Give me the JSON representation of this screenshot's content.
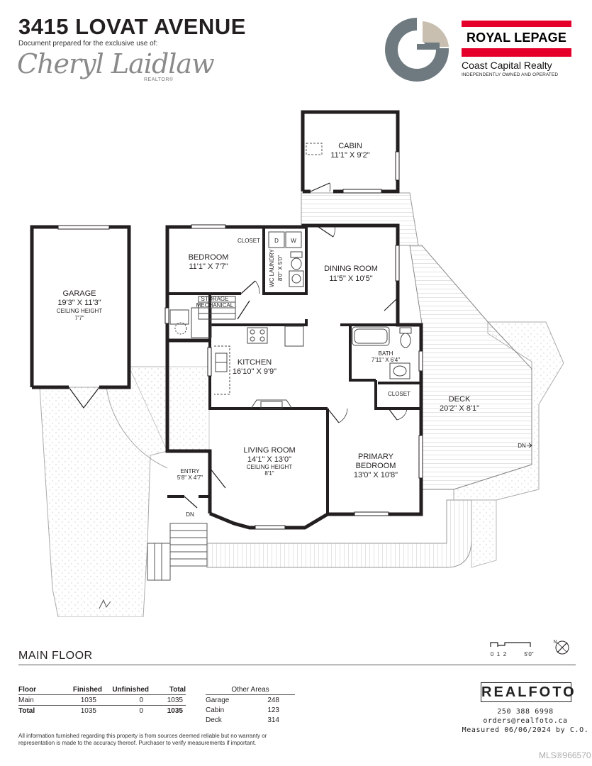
{
  "header": {
    "address": "3415 LOVAT AVENUE",
    "prepared_for": "Document prepared for the exclusive use of:",
    "agent_signature": "Cheryl Laidlaw",
    "agent_title": "REALTOR®"
  },
  "brokerage": {
    "name": "ROYAL LEPAGE",
    "office": "Coast Capital Realty",
    "tagline": "INDEPENDENTLY OWNED AND OPERATED",
    "colors": {
      "logo_grey": "#6f7a80",
      "logo_tan": "#c8bfb0",
      "brand_red": "#e4002b"
    }
  },
  "rooms": {
    "cabin": {
      "name": "CABIN",
      "dims": "11'1\" X 9'2\""
    },
    "garage": {
      "name": "GARAGE",
      "dims": "19'3\" X 11'3\"",
      "ceiling_label": "CEILING HEIGHT",
      "ceiling": "7'7\""
    },
    "bedroom": {
      "name": "BEDROOM",
      "dims": "11'1\" X 7'7\""
    },
    "closet1": {
      "name": "CLOSET"
    },
    "laundry": {
      "name": "WC LAUNDRY",
      "dims": "8'0\" X 5'0\"",
      "washer": "D",
      "dryer": "W"
    },
    "dining": {
      "name": "DINING ROOM",
      "dims": "11'5\" X 10'5\""
    },
    "storage": {
      "name": "STORAGE",
      "name2": "MECHANICAL"
    },
    "kitchen": {
      "name": "KITCHEN",
      "dims": "16'10\" X 9'9\""
    },
    "bath": {
      "name": "BATH",
      "dims": "7'11\" X 6'4\""
    },
    "closet2": {
      "name": "CLOSET"
    },
    "deck": {
      "name": "DECK",
      "dims": "20'2\" X 8'1\""
    },
    "living": {
      "name": "LIVING ROOM",
      "dims": "14'1\" X 13'0\"",
      "ceiling_label": "CEILING HEIGHT",
      "ceiling": "8'1\""
    },
    "primary": {
      "name": "PRIMARY",
      "name2": "BEDROOM",
      "dims": "13'0\" X 10'8\""
    },
    "entry": {
      "name": "ENTRY",
      "dims": "5'8\" X 4'7\""
    }
  },
  "stairs": {
    "down_label_1": "DN",
    "down_label_2": "DN"
  },
  "scale": {
    "t0": "0",
    "t1": "1",
    "t2": "2",
    "t5": "5'0\"",
    "north": "N"
  },
  "floor_label": "MAIN FLOOR",
  "stats": {
    "headers": [
      "Floor",
      "Finished",
      "Unfinished",
      "Total"
    ],
    "rows": [
      [
        "Main",
        "1035",
        "0",
        "1035"
      ],
      [
        "Total",
        "1035",
        "0",
        "1035"
      ]
    ]
  },
  "other_areas": {
    "header": "Other Areas",
    "rows": [
      [
        "Garage",
        "248"
      ],
      [
        "Cabin",
        "123"
      ],
      [
        "Deck",
        "314"
      ]
    ]
  },
  "disclaimer": "All information furnished regarding this property is from sources deemed reliable but no warranty or representation is made to the accuracy thereof. Purchaser to verify measurements if important.",
  "realfoto": {
    "brand": "REALFOTO",
    "phone": "250 388 6998",
    "email": "orders@realfoto.ca",
    "measured": "Measured 06/06/2024 by C.O."
  },
  "mls": "MLS®966570"
}
